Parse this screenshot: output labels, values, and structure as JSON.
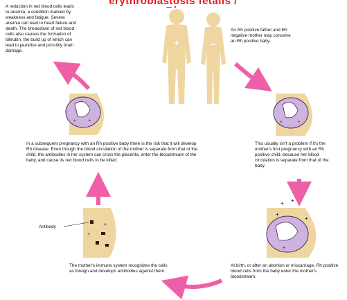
{
  "title": "erythroblastosis fetalis / Rh",
  "colors": {
    "title": "#e8191c",
    "arrow": "#ee5fa8",
    "arrow_light": "#f6b4d4",
    "skin": "#efd5a0",
    "womb": "#cdb3dd",
    "womb_line": "#4a2a63"
  },
  "icons": [
    "parent-silhouette-icon",
    "pregnant-woman-icon",
    "antibody-icon"
  ],
  "parents": {
    "father_sign": "+",
    "mother_sign": "−"
  },
  "captions": {
    "top_left": "A reduction in red blood cells leads to anemia, a condition marked by weakness and fatigue. Severe anemia can lead to heart failure and death. The breakdown of red blood cells also causes the formation of bilirubin, the build up of which can lead to jaundice and possibly brain damage.",
    "top_right": "An Rh positive father and Rh negative mother may conceive an Rh positive baby.",
    "middle": "In a subsequent pregnancy with an Rh positive baby there is the risk that it will develop Rh disease. Even though the blood circulation of the mother is separate from that of the child, the antibodies in her system can cross the placenta, enter the bloodstream of the baby, and cause its red blood cells to be killed.",
    "right_mid": "This usually isn't a problem if it's the mother's first pregnancy with an Rh positive child, because her blood circulation is separate from that of the baby.",
    "antibody_label": "Antibody",
    "bottom_left": "The mother's immune system recognizes the cells as foreign and develops antibodies against them.",
    "bottom_right": "At birth, or after an abortion or miscarriage, Rh positive blood cells from the baby enter the mother's bloodstream."
  }
}
